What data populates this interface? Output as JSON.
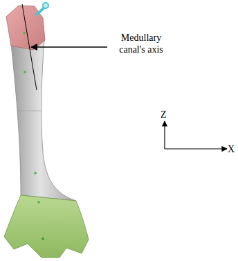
{
  "diagram": {
    "labels": [
      "Medullary canal's axis",
      "Z",
      "X"
    ]
  }
}
